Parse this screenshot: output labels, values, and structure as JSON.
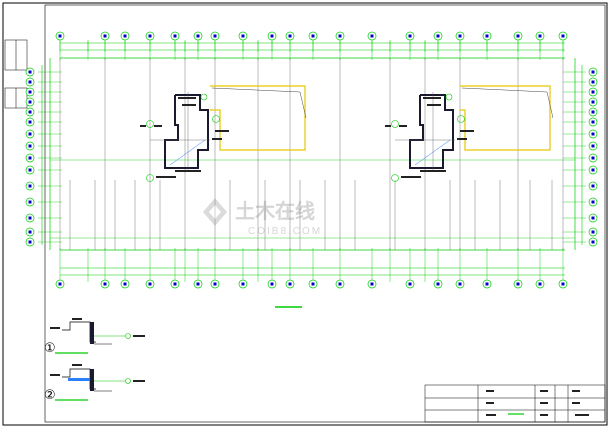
{
  "watermark": {
    "text": "土木在线",
    "subtext": "COIB8.COM"
  },
  "detail_labels": {
    "detail1": "①",
    "detail2": "②"
  },
  "title_block": {
    "label": ""
  },
  "colors": {
    "grid_green": "#00cc00",
    "building_yellow": "#e6c600",
    "wall_dark": "#1a1a2e",
    "axis_label": "#0000cc",
    "detail_blue": "#2a7fff",
    "frame": "#000000"
  }
}
